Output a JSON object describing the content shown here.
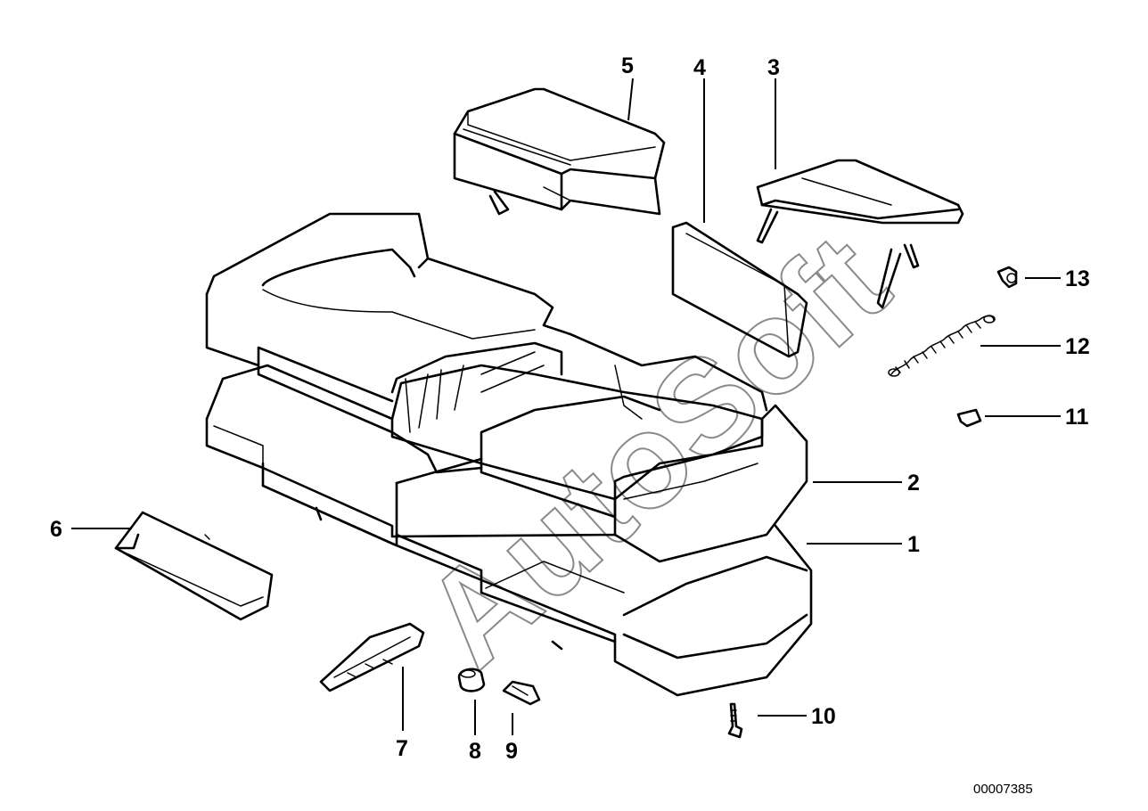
{
  "diagram": {
    "doc_number": "00007385",
    "watermark": "AutoSoft",
    "parts": [
      {
        "id": "p1",
        "label": "1"
      },
      {
        "id": "p2",
        "label": "2"
      },
      {
        "id": "p3",
        "label": "3"
      },
      {
        "id": "p4",
        "label": "4"
      },
      {
        "id": "p5",
        "label": "5"
      },
      {
        "id": "p6",
        "label": "6"
      },
      {
        "id": "p7",
        "label": "7"
      },
      {
        "id": "p8",
        "label": "8"
      },
      {
        "id": "p9",
        "label": "9"
      },
      {
        "id": "p10",
        "label": "10"
      },
      {
        "id": "p11",
        "label": "11"
      },
      {
        "id": "p12",
        "label": "12"
      },
      {
        "id": "p13",
        "label": "13"
      }
    ]
  }
}
